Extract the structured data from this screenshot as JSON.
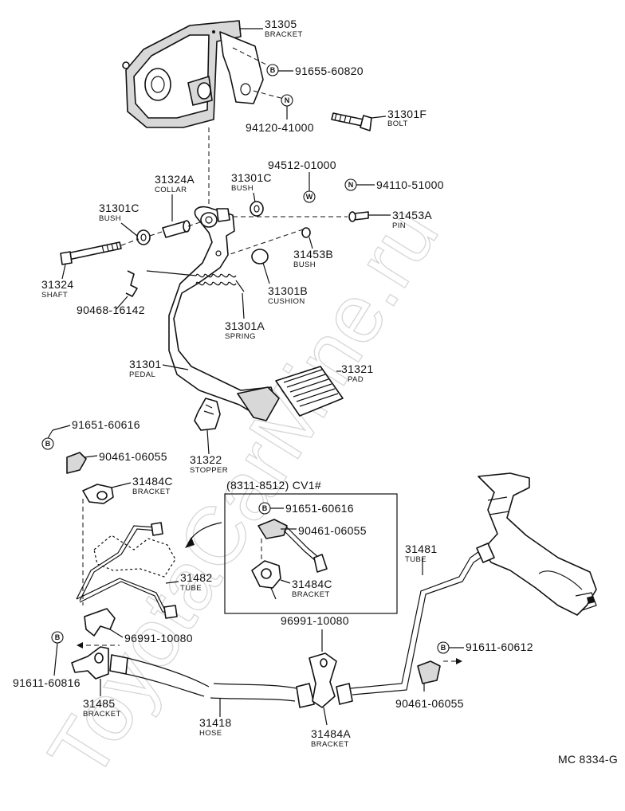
{
  "watermark": "ToyotaCarMine.ru",
  "figure_code": "MC 8334-G",
  "inset_title": "(8311-8512) CV1#",
  "marker_b": "B",
  "marker_n": "N",
  "marker_w": "W",
  "parts": {
    "p31305": {
      "number": "31305",
      "name": "BRACKET"
    },
    "p91655_60820": {
      "number": "91655-60820"
    },
    "p94120_41000": {
      "number": "94120-41000"
    },
    "p31301F": {
      "number": "31301F",
      "name": "BOLT"
    },
    "p94512_01000": {
      "number": "94512-01000"
    },
    "p94110_51000": {
      "number": "94110-51000"
    },
    "p31324A": {
      "number": "31324A",
      "name": "COLLAR"
    },
    "p31301C_upper": {
      "number": "31301C",
      "name": "BUSH"
    },
    "p31301C_left": {
      "number": "31301C",
      "name": "BUSH"
    },
    "p31453A": {
      "number": "31453A",
      "name": "PIN"
    },
    "p31453B": {
      "number": "31453B",
      "name": "BUSH"
    },
    "p31324": {
      "number": "31324",
      "name": "SHAFT"
    },
    "p31301B": {
      "number": "31301B",
      "name": "CUSHION"
    },
    "p90468_16142": {
      "number": "90468-16142"
    },
    "p31301A": {
      "number": "31301A",
      "name": "SPRING"
    },
    "p31301": {
      "number": "31301",
      "name": "PEDAL"
    },
    "p31321": {
      "number": "31321",
      "name": "PAD"
    },
    "p91651_60616": {
      "number": "91651-60616"
    },
    "p90461_06055": {
      "number": "90461-06055"
    },
    "p31322": {
      "number": "31322",
      "name": "STOPPER"
    },
    "p31484C": {
      "number": "31484C",
      "name": "BRACKET"
    },
    "p31482": {
      "number": "31482",
      "name": "TUBE"
    },
    "p96991_10080_left": {
      "number": "96991-10080"
    },
    "p91611_60816": {
      "number": "91611-60816"
    },
    "p31485": {
      "number": "31485",
      "name": "BRACKET"
    },
    "p31418": {
      "number": "31418",
      "name": "HOSE"
    },
    "p31484A": {
      "number": "31484A",
      "name": "BRACKET"
    },
    "p96991_10080_right": {
      "number": "96991-10080"
    },
    "p31481": {
      "number": "31481",
      "name": "TUBE"
    },
    "p91611_60612": {
      "number": "91611-60612"
    },
    "p90461_06055_right": {
      "number": "90461-06055"
    },
    "inset_91651_60616": {
      "number": "91651-60616"
    },
    "inset_90461_06055": {
      "number": "90461-06055"
    },
    "inset_31484C": {
      "number": "31484C",
      "name": "BRACKET"
    }
  }
}
